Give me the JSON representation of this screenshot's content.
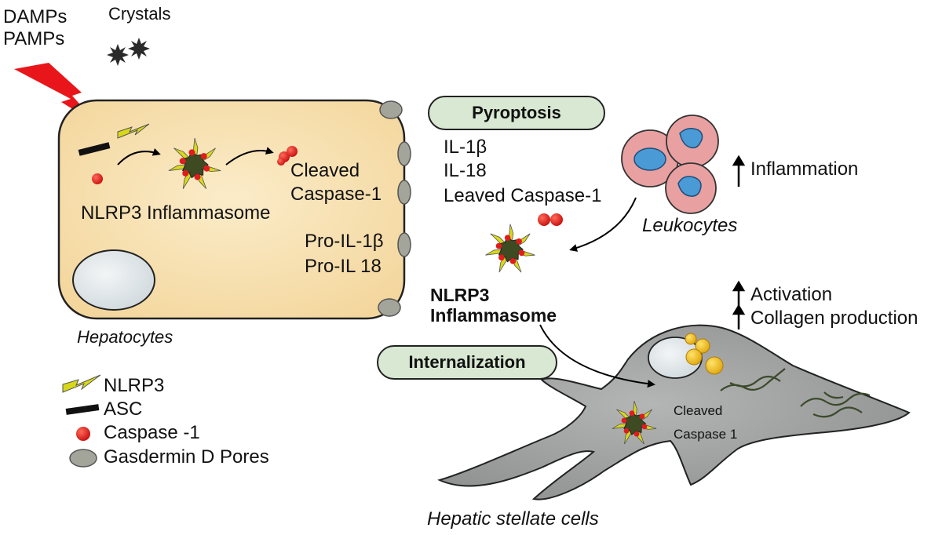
{
  "triggers": {
    "damps": "DAMPs",
    "pamps": "PAMPs",
    "crystals": "Crystals"
  },
  "hepatocyte": {
    "nlrp3_inflammasome": "NLRP3 Inflammasome",
    "cleaved": "Cleaved",
    "caspase1": "Caspase-1",
    "pro_il1b": "Pro-IL-1β",
    "pro_il18": "Pro-IL 18",
    "cell_label": "Hepatocytes"
  },
  "pyroptosis": {
    "label": "Pyroptosis",
    "il1b": "IL-1β",
    "il18": "IL-18",
    "leaved_caspase": "Leaved Caspase-1"
  },
  "leukocytes": {
    "label": "Leukocytes",
    "inflammation": "Inflammation"
  },
  "nlrp3_released": {
    "line1": "NLRP3",
    "line2": "Inflammasome"
  },
  "internalization": {
    "label": "Internalization"
  },
  "stellate": {
    "activation": "Activation",
    "collagen": "Collagen production",
    "cleaved": "Cleaved",
    "caspase1": "Caspase 1",
    "cell_label": "Hepatic stellate cells"
  },
  "legend": {
    "nlrp3": "NLRP3",
    "asc": "ASC",
    "caspase": "Caspase -1",
    "gasdermin": "Gasdermin  D Pores"
  },
  "colors": {
    "hepatocyte_fill": "#f8e1b1",
    "stellate_fill": "#9fa0a0",
    "pill_fill": "#d8e8d2",
    "caspase_red": "#e01c1c",
    "nlrp3_yellow": "#d8d81a",
    "lightning_red": "#e8161a",
    "nucleus_blue": "#4a9ad6",
    "leukocyte_pink": "#e8a0a0",
    "droplet_yellow": "#f2c11c",
    "pore_gray": "#a4a59a"
  }
}
